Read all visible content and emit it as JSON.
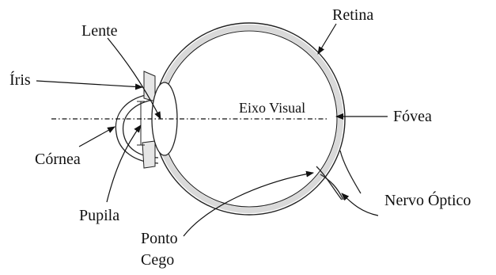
{
  "labels": {
    "retina": "Retina",
    "lente": "Lente",
    "iris": "Íris",
    "eixo_visual": "Eixo Visual",
    "fovea": "Fóvea",
    "cornea": "Córnea",
    "pupila": "Pupila",
    "ponto_cego_line1": "Ponto",
    "ponto_cego_line2": "Cego",
    "nervo_optico": "Nervo Óptico"
  },
  "colors": {
    "outline": "#222222",
    "retina_band": "#d9d9d9",
    "text": "#111111"
  }
}
